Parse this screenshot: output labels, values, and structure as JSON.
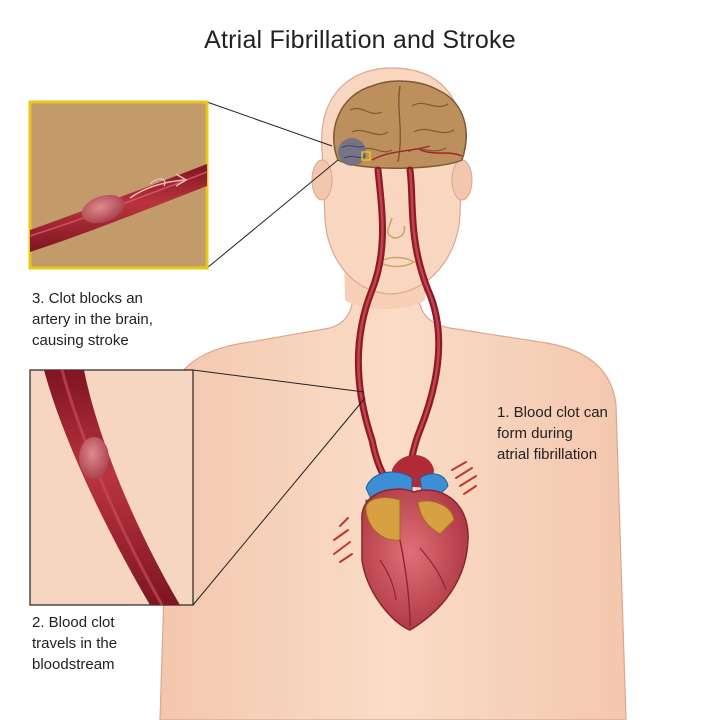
{
  "title": "Atrial Fibrillation and Stroke",
  "labels": {
    "step1": [
      "1. Blood clot can",
      "form during",
      "atrial fibrillation"
    ],
    "step2": [
      "2. Blood clot",
      "travels in the",
      "bloodstream"
    ],
    "step3": [
      "3. Clot blocks an",
      "artery in the brain,",
      "causing stroke"
    ]
  },
  "colors": {
    "skin": "#f7d4bd",
    "skin_outline": "#d9a98f",
    "artery": "#9b1f2c",
    "brain": "#b98a56",
    "heart": "#c84a55",
    "vein": "#3c8fd6",
    "inset_border_brain": "#e6c91a",
    "inset_border_body": "#222222",
    "clot": "#c35a63"
  }
}
